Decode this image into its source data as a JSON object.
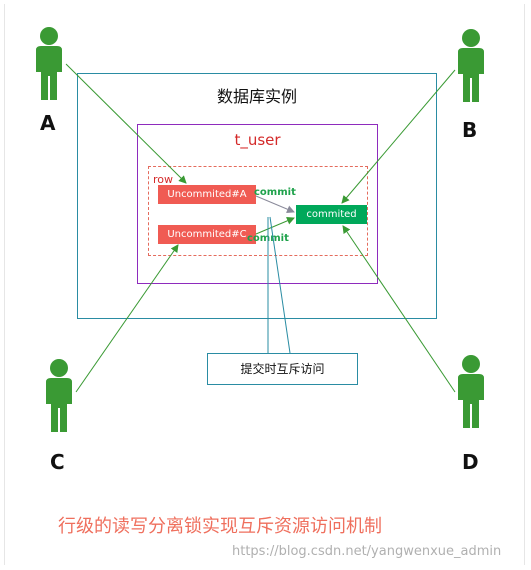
{
  "database": {
    "title": "数据库实例"
  },
  "table": {
    "title": "t_user"
  },
  "row": {
    "label": "row"
  },
  "blocks": {
    "uncommitted_a": "Uncommited#A",
    "uncommitted_c": "Uncommited#C",
    "committed": "commited"
  },
  "commit_labels": {
    "a": "commit",
    "c": "commit"
  },
  "callout": "提交时互斥访问",
  "users": {
    "a": "A",
    "b": "B",
    "c": "C",
    "d": "D"
  },
  "caption": "行级的读写分离锁实现互斥资源访问机制",
  "watermark": "https://blog.csdn.net/yangwenxue_admin",
  "colors": {
    "person": "#3a9a34",
    "arrow": "#3a9a34",
    "uncommitted": "#f05b53",
    "committed": "#00a85a",
    "db_border": "#2a8ca3",
    "table_border": "#8e2bbd",
    "row_border": "#e46b5d"
  }
}
